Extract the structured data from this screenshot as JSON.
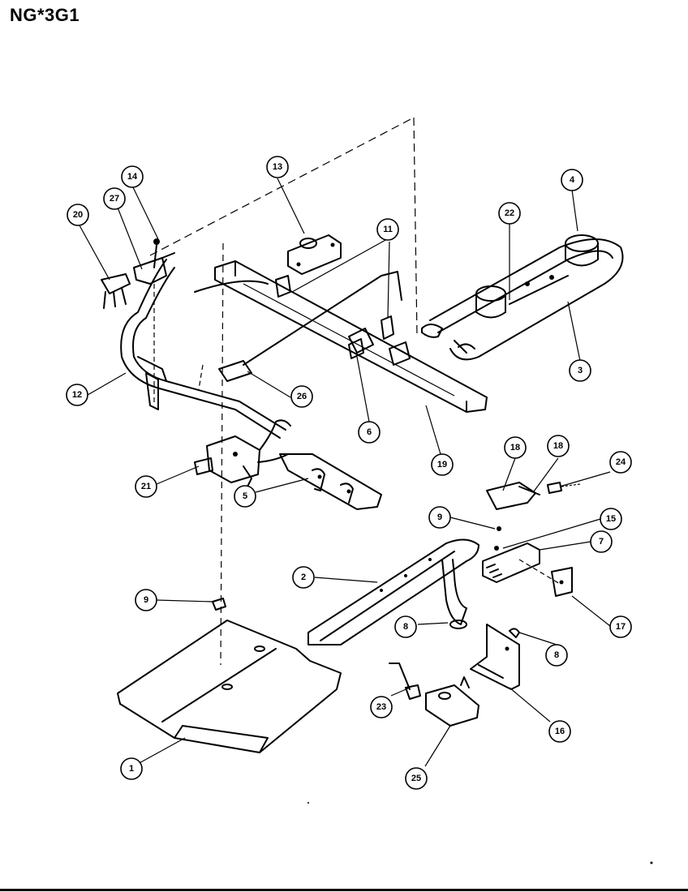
{
  "title": "NG*3G1",
  "callouts": [
    {
      "id": "c1",
      "label": "1"
    },
    {
      "id": "c2",
      "label": "2"
    },
    {
      "id": "c3",
      "label": "3"
    },
    {
      "id": "c4",
      "label": "4"
    },
    {
      "id": "c5",
      "label": "5"
    },
    {
      "id": "c6",
      "label": "6"
    },
    {
      "id": "c7",
      "label": "7"
    },
    {
      "id": "c8",
      "label": "8"
    },
    {
      "id": "c8b",
      "label": "8"
    },
    {
      "id": "c9a",
      "label": "9"
    },
    {
      "id": "c9b",
      "label": "9"
    },
    {
      "id": "c11",
      "label": "11"
    },
    {
      "id": "c12",
      "label": "12"
    },
    {
      "id": "c13",
      "label": "13"
    },
    {
      "id": "c14",
      "label": "14"
    },
    {
      "id": "c15",
      "label": "15"
    },
    {
      "id": "c16",
      "label": "16"
    },
    {
      "id": "c17",
      "label": "17"
    },
    {
      "id": "c18",
      "label": "18"
    },
    {
      "id": "c18b",
      "label": "18"
    },
    {
      "id": "c19",
      "label": "19"
    },
    {
      "id": "c20",
      "label": "20"
    },
    {
      "id": "c21",
      "label": "21"
    },
    {
      "id": "c22",
      "label": "22"
    },
    {
      "id": "c23",
      "label": "23"
    },
    {
      "id": "c24",
      "label": "24"
    },
    {
      "id": "c25",
      "label": "25"
    },
    {
      "id": "c26",
      "label": "26"
    },
    {
      "id": "c27",
      "label": "27"
    }
  ]
}
